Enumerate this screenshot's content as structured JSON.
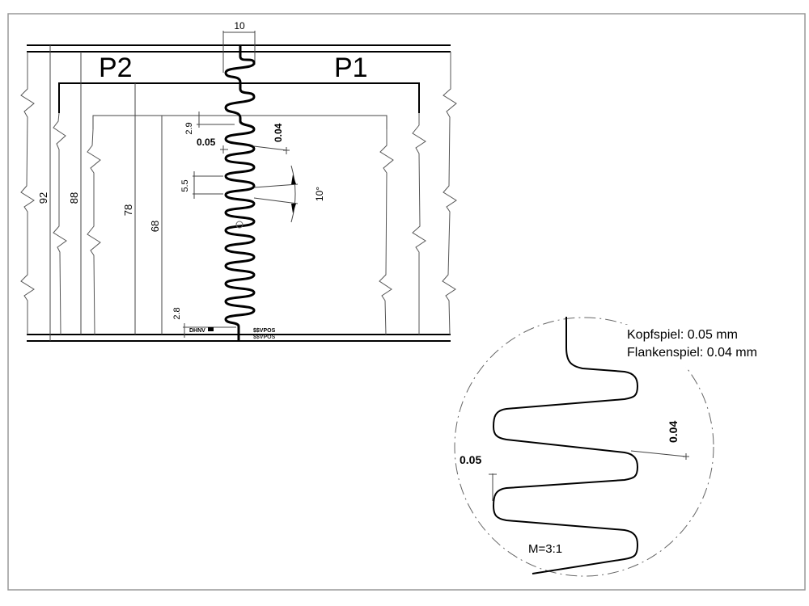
{
  "zones": {
    "left": "P2",
    "right": "P1"
  },
  "dimensions": {
    "width_top": "10",
    "height_92": "92",
    "height_88": "88",
    "height_78": "78",
    "height_68": "68",
    "offset_top": "2.9",
    "offset_bottom": "2.8",
    "pitch": "5.5",
    "angle": "10°",
    "head_clearance": "0.05",
    "flank_clearance": "0.04"
  },
  "small_labels": {
    "left_tag": "DHNV",
    "right_tag_1": "$$VPOS",
    "right_tag_2": "$$VPOS"
  },
  "detail": {
    "kopfspiel": "Kopfspiel: 0.05 mm",
    "flankenspiel": "Flankenspiel: 0.04 mm",
    "scale": "M=3:1",
    "head_clearance": "0.05",
    "flank_clearance": "0.04"
  },
  "colors": {
    "line": "#000000",
    "thin": "#555555",
    "frame": "#999999"
  }
}
